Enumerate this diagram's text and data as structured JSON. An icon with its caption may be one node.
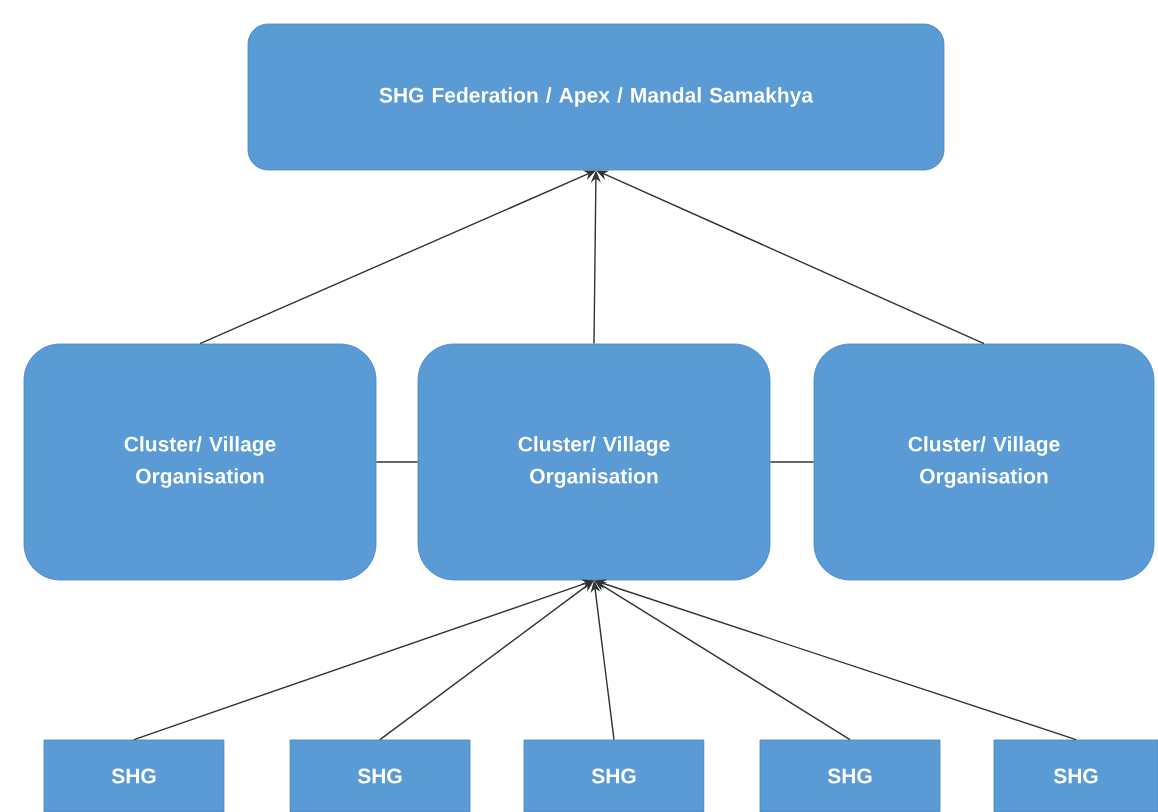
{
  "diagram": {
    "nodes": [
      {
        "text": [
          "SHG Federation / Apex / Mandal Samakhya"
        ]
      },
      {
        "text": [
          "Cluster/ Village Organisation"
        ]
      },
      {
        "text": [
          "Cluster/ Village Organisation"
        ]
      },
      {
        "text": [
          "Cluster/ Village Organisation"
        ]
      },
      {
        "text": [
          "SHG"
        ]
      },
      {
        "text": [
          "SHG"
        ]
      },
      {
        "text": [
          "SHG"
        ]
      },
      {
        "text": [
          "SHG"
        ]
      },
      {
        "text": [
          "SHG"
        ]
      }
    ],
    "edges": [
      {
        "from": 1,
        "to": 0,
        "arrow": "to"
      },
      {
        "from": 2,
        "to": 0,
        "arrow": "to"
      },
      {
        "from": 3,
        "to": 0,
        "arrow": "to"
      },
      {
        "from": 1,
        "to": 2,
        "arrow": "none"
      },
      {
        "from": 2,
        "to": 3,
        "arrow": "none"
      },
      {
        "from": 4,
        "to": 2,
        "arrow": "to"
      },
      {
        "from": 5,
        "to": 2,
        "arrow": "to"
      },
      {
        "from": 6,
        "to": 2,
        "arrow": "to"
      },
      {
        "from": 7,
        "to": 2,
        "arrow": "to"
      },
      {
        "from": 8,
        "to": 2,
        "arrow": "to"
      }
    ]
  }
}
